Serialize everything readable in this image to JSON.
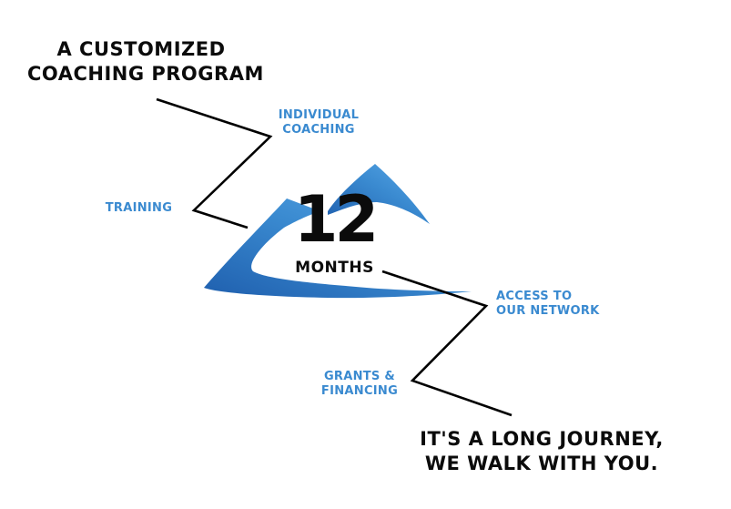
{
  "headline_top": {
    "line1": "A CUSTOMIZED",
    "line2": "COACHING PROGRAM"
  },
  "headline_bottom": {
    "line1": "IT'S A LONG JOURNEY,",
    "line2": "WE WALK WITH YOU."
  },
  "steps": [
    {
      "line1": "INDIVIDUAL",
      "line2": "COACHING"
    },
    {
      "line1": "TRAINING"
    },
    {
      "line1": "ACCESS TO",
      "line2": "OUR NETWORK"
    },
    {
      "line1": "GRANTS &",
      "line2": "FINANCING"
    }
  ],
  "duration": {
    "number": "12",
    "unit": "MONTHS"
  },
  "colors": {
    "accent_blue": "#3a8ad0",
    "accent_blue_light": "#5aa9e8",
    "accent_blue_dark": "#1f5fae",
    "text_dark": "#0b0b0b",
    "path_line": "#000000"
  },
  "logo": {
    "shape": "blue-swoosh-mountain-icon"
  }
}
